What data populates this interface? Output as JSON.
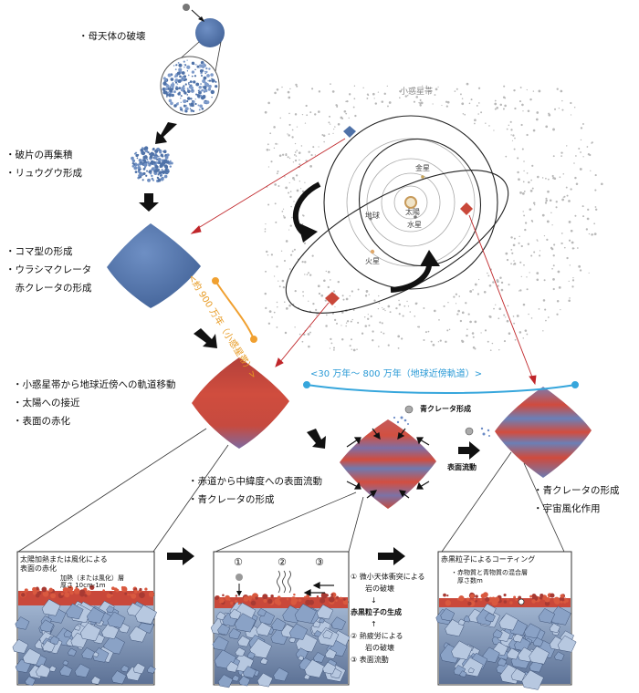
{
  "steps": {
    "s1": [
      "・母天体の破壊"
    ],
    "s2": [
      "・破片の再集積",
      "・リュウグウ形成"
    ],
    "s3": [
      "・コマ型の形成",
      "・ウラシマクレータ",
      "　赤クレータの形成"
    ],
    "s4": [
      "・小惑星帯から地球近傍への軌道移動",
      "・太陽への接近",
      "・表面の赤化"
    ],
    "s5": [
      "・赤道から中緯度への表面流動",
      "・青クレータの形成"
    ],
    "s6": [
      "・青クレータの形成",
      "・宇宙風化作用"
    ]
  },
  "orbit": {
    "belt": "小惑星帯",
    "sun": "太陽",
    "mercury": "水星",
    "venus": "金星",
    "earth": "地球",
    "mars": "火星"
  },
  "time": {
    "belt_time": "<約 900 万年（小惑星帯）>",
    "nea_time": "<30 万年～ 800 万年（地球近傍軌道）>"
  },
  "annotations": {
    "blue_crater_formation": "青クレータ形成",
    "surface_flow": "表面流動"
  },
  "panels": {
    "p1": {
      "title": [
        "太陽加熱または風化による",
        "表面の赤化"
      ],
      "layer_note": [
        "加熱（または風化）層",
        "厚さ 10cm-1m"
      ]
    },
    "p2": {
      "markers": [
        "①",
        "②",
        "③"
      ],
      "legend": [
        "① 微小天体衝突による",
        "　　岩の破壊",
        "↓",
        "赤黒粒子の生成",
        "↑",
        "② 熱疲労による",
        "　　岩の破壊",
        "",
        "③ 表面流動"
      ]
    },
    "p3": {
      "title": "赤黒粒子によるコーティング",
      "note": [
        "・赤物質と青物質の混合層",
        "　厚さ数m"
      ]
    }
  },
  "colors": {
    "blue_body": "#4f72a8",
    "red_body": "#c9483a",
    "orange_arrow": "#f0a030",
    "blue_arrow": "#36a6dc",
    "red_line": "#c0262a"
  }
}
